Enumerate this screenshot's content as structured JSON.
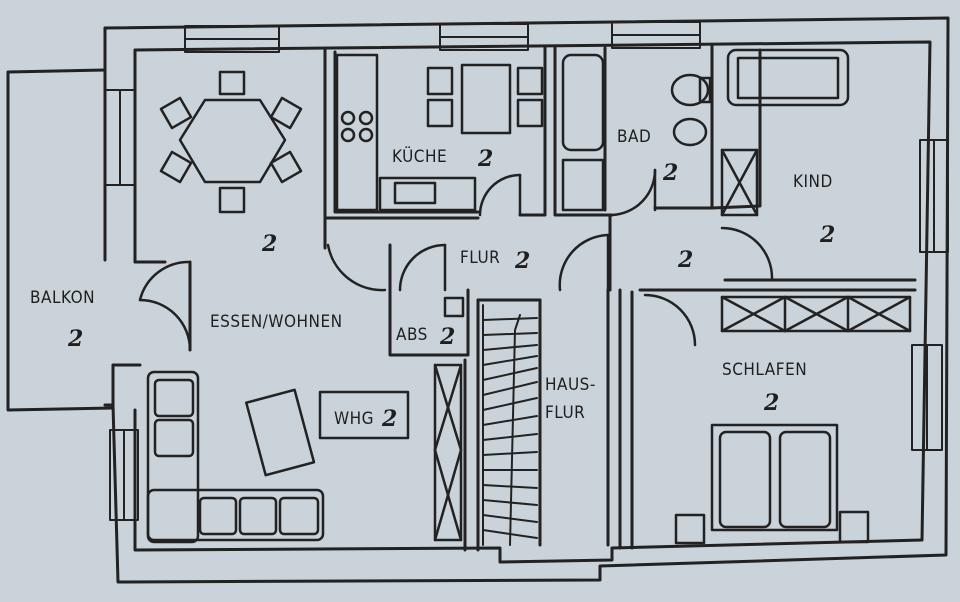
{
  "colors": {
    "paper": "#c9d3d9",
    "ink": "#222222"
  },
  "rooms": {
    "kueche": {
      "label": "KÜCHE",
      "num": "2"
    },
    "bad": {
      "label": "BAD",
      "num": "2"
    },
    "kind": {
      "label": "KIND",
      "num": "2"
    },
    "flur": {
      "label": "FLUR",
      "num": "2"
    },
    "corridor": {
      "num": "2"
    },
    "essen": {
      "label": "ESSEN/WOHNEN",
      "num": "2"
    },
    "balkon": {
      "label": "BALKON",
      "num": "2"
    },
    "abs": {
      "label": "ABS",
      "num": "2"
    },
    "hausflur": {
      "label1": "HAUS-",
      "label2": "FLUR"
    },
    "schlafen": {
      "label": "SCHLAFEN",
      "num": "2"
    },
    "whg": {
      "label": "WHG",
      "num": "2"
    }
  }
}
